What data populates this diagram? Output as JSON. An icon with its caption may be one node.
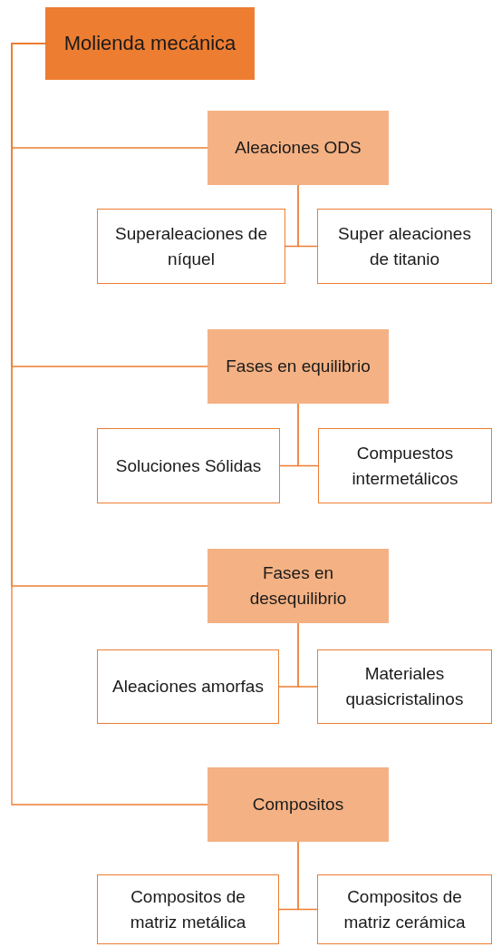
{
  "diagram": {
    "nodes": [
      {
        "text": [
          "Molienda mecánica"
        ]
      },
      {
        "text": [
          "Aleaciones ODS"
        ]
      },
      {
        "text": [
          "Superaleaciones de níquel"
        ]
      },
      {
        "text": [
          "Super aleaciones de titanio"
        ]
      },
      {
        "text": [
          "Fases en equilibrio"
        ]
      },
      {
        "text": [
          "Soluciones Sólidas"
        ]
      },
      {
        "text": [
          "Compuestos intermetálicos"
        ]
      },
      {
        "text": [
          "Fases en desequilibrio"
        ]
      },
      {
        "text": [
          "Aleaciones amorfas"
        ]
      },
      {
        "text": [
          "Materiales quasicristalinos"
        ]
      },
      {
        "text": [
          "Compositos"
        ]
      },
      {
        "text": [
          "Compositos de matriz metálica"
        ]
      },
      {
        "text": [
          "Compositos de matriz cerámica"
        ]
      }
    ],
    "edges": [
      {
        "from": 0,
        "to": 1,
        "arrow": "none"
      },
      {
        "from": 0,
        "to": 4,
        "arrow": "none"
      },
      {
        "from": 0,
        "to": 7,
        "arrow": "none"
      },
      {
        "from": 0,
        "to": 10,
        "arrow": "none"
      },
      {
        "from": 1,
        "to": 2,
        "arrow": "none"
      },
      {
        "from": 1,
        "to": 3,
        "arrow": "none"
      },
      {
        "from": 4,
        "to": 5,
        "arrow": "none"
      },
      {
        "from": 4,
        "to": 6,
        "arrow": "none"
      },
      {
        "from": 7,
        "to": 8,
        "arrow": "none"
      },
      {
        "from": 7,
        "to": 9,
        "arrow": "none"
      },
      {
        "from": 10,
        "to": 11,
        "arrow": "none"
      },
      {
        "from": 10,
        "to": 12,
        "arrow": "none"
      }
    ]
  }
}
